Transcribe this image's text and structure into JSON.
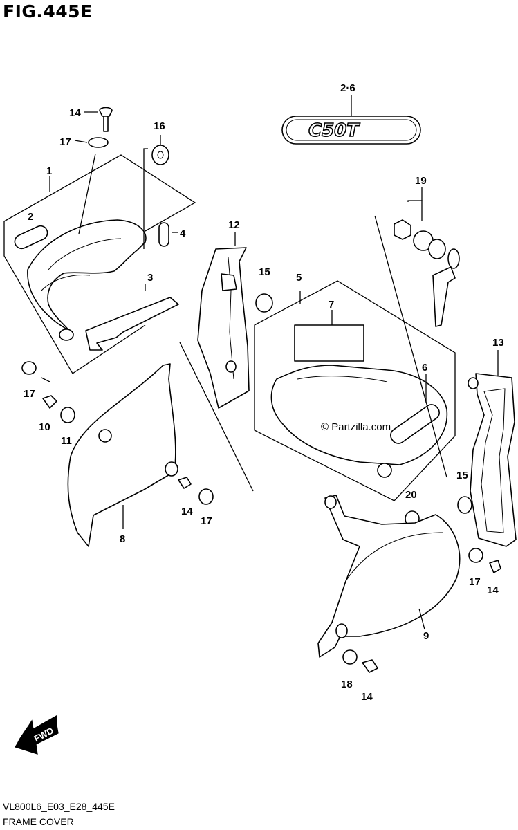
{
  "figure": {
    "title": "FIG.445E",
    "code": "VL800L6_E03_E28_445E",
    "name": "FRAME COVER",
    "watermark": "© Partzilla.com"
  },
  "emblem": {
    "text": "C50T",
    "callout": "2·6"
  },
  "fwd_label": "FWD",
  "callouts": [
    {
      "id": "c-14a",
      "text": "14"
    },
    {
      "id": "c-17a",
      "text": "17"
    },
    {
      "id": "c-16",
      "text": "16"
    },
    {
      "id": "c-1",
      "text": "1"
    },
    {
      "id": "c-2",
      "text": "2"
    },
    {
      "id": "c-4",
      "text": "4"
    },
    {
      "id": "c-3",
      "text": "3"
    },
    {
      "id": "c-17b",
      "text": "17"
    },
    {
      "id": "c-10",
      "text": "10"
    },
    {
      "id": "c-11",
      "text": "11"
    },
    {
      "id": "c-8",
      "text": "8"
    },
    {
      "id": "c-14b",
      "text": "14"
    },
    {
      "id": "c-17c",
      "text": "17"
    },
    {
      "id": "c-12",
      "text": "12"
    },
    {
      "id": "c-15a",
      "text": "15"
    },
    {
      "id": "c-5",
      "text": "5"
    },
    {
      "id": "c-7",
      "text": "7"
    },
    {
      "id": "c-6",
      "text": "6"
    },
    {
      "id": "c-19",
      "text": "19"
    },
    {
      "id": "c-13",
      "text": "13"
    },
    {
      "id": "c-15b",
      "text": "15"
    },
    {
      "id": "c-20",
      "text": "20"
    },
    {
      "id": "c-17d",
      "text": "17"
    },
    {
      "id": "c-14c",
      "text": "14"
    },
    {
      "id": "c-9",
      "text": "9"
    },
    {
      "id": "c-18",
      "text": "18"
    },
    {
      "id": "c-14d",
      "text": "14"
    }
  ]
}
